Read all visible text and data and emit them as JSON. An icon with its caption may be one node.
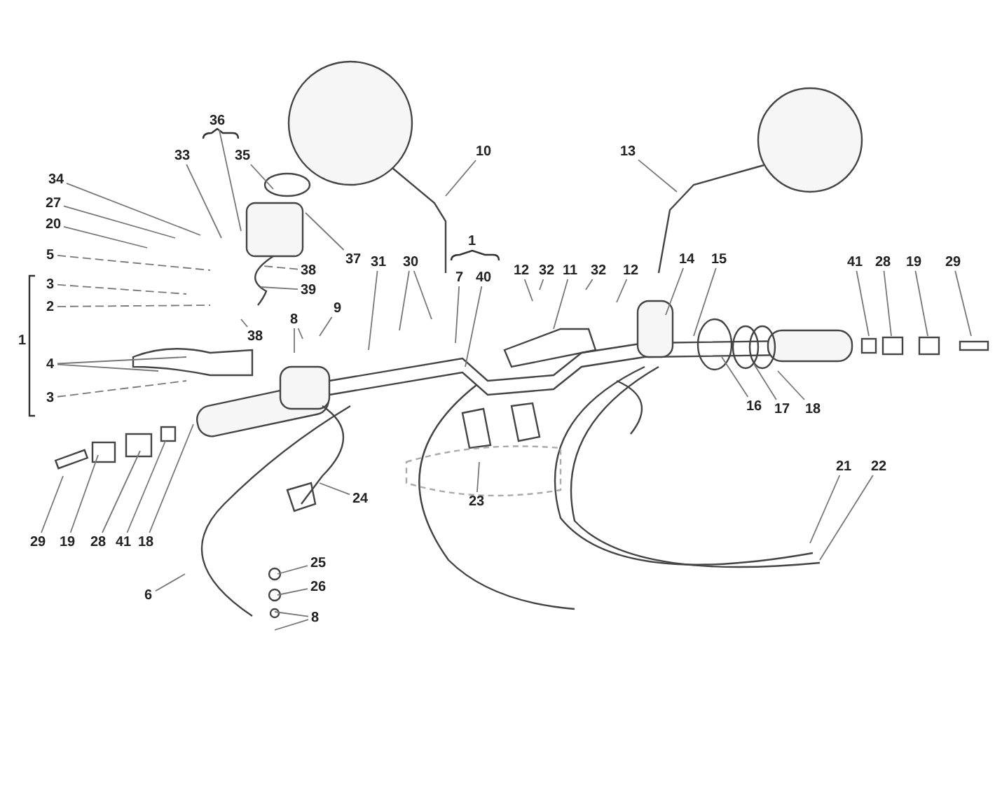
{
  "diagram": {
    "nodes": [
      {
        "text": [
          "36"
        ]
      },
      {
        "text": [
          "10"
        ]
      },
      {
        "text": [
          "13"
        ]
      },
      {
        "text": [
          "33"
        ]
      },
      {
        "text": [
          "35"
        ]
      },
      {
        "text": [
          "34"
        ]
      },
      {
        "text": [
          "27"
        ]
      },
      {
        "text": [
          "20"
        ]
      },
      {
        "text": [
          "5"
        ]
      },
      {
        "text": [
          "37"
        ]
      },
      {
        "text": [
          "31"
        ]
      },
      {
        "text": [
          "30"
        ]
      },
      {
        "text": [
          "14"
        ]
      },
      {
        "text": [
          "15"
        ]
      },
      {
        "text": [
          "41"
        ]
      },
      {
        "text": [
          "28"
        ]
      },
      {
        "text": [
          "19"
        ]
      },
      {
        "text": [
          "29"
        ]
      },
      {
        "text": [
          "38"
        ]
      },
      {
        "text": [
          "7"
        ]
      },
      {
        "text": [
          "40"
        ]
      },
      {
        "text": [
          "12"
        ]
      },
      {
        "text": [
          "32"
        ]
      },
      {
        "text": [
          "11"
        ]
      },
      {
        "text": [
          "32"
        ]
      },
      {
        "text": [
          "12"
        ]
      },
      {
        "text": [
          "3"
        ]
      },
      {
        "text": [
          "39"
        ]
      },
      {
        "text": [
          "2"
        ]
      },
      {
        "text": [
          "9"
        ]
      },
      {
        "text": [
          "8"
        ]
      },
      {
        "text": [
          "38"
        ]
      },
      {
        "text": [
          "4"
        ]
      },
      {
        "text": [
          "3"
        ]
      },
      {
        "text": [
          "16"
        ]
      },
      {
        "text": [
          "17"
        ]
      },
      {
        "text": [
          "18"
        ]
      },
      {
        "text": [
          "21"
        ]
      },
      {
        "text": [
          "22"
        ]
      },
      {
        "text": [
          "24"
        ]
      },
      {
        "text": [
          "23"
        ]
      },
      {
        "text": [
          "29"
        ]
      },
      {
        "text": [
          "19"
        ]
      },
      {
        "text": [
          "28"
        ]
      },
      {
        "text": [
          "41"
        ]
      },
      {
        "text": [
          "18"
        ]
      },
      {
        "text": [
          "25"
        ]
      },
      {
        "text": [
          "26"
        ]
      },
      {
        "text": [
          "6"
        ]
      },
      {
        "text": [
          "8"
        ]
      }
    ],
    "edges": [
      {
        "from": 0,
        "to": null,
        "arrow": "none"
      },
      {
        "from": 1,
        "to": null,
        "arrow": "none"
      },
      {
        "from": 2,
        "to": null,
        "arrow": "none"
      },
      {
        "from": 3,
        "to": null,
        "arrow": "none"
      },
      {
        "from": 4,
        "to": null,
        "arrow": "none"
      },
      {
        "from": 5,
        "to": null,
        "arrow": "none"
      },
      {
        "from": 6,
        "to": null,
        "arrow": "none"
      },
      {
        "from": 7,
        "to": null,
        "arrow": "none"
      },
      {
        "from": 8,
        "to": null,
        "arrow": "none",
        "style": "dashed"
      },
      {
        "from": 9,
        "to": null,
        "arrow": "none"
      },
      {
        "from": 10,
        "to": null,
        "arrow": "none"
      },
      {
        "from": 11,
        "to": null,
        "arrow": "none"
      },
      {
        "from": 11,
        "to": null,
        "arrow": "none"
      },
      {
        "from": 12,
        "to": null,
        "arrow": "none"
      },
      {
        "from": 13,
        "to": null,
        "arrow": "none"
      },
      {
        "from": 14,
        "to": null,
        "arrow": "none"
      },
      {
        "from": 15,
        "to": null,
        "arrow": "none"
      },
      {
        "from": 16,
        "to": null,
        "arrow": "none"
      },
      {
        "from": 17,
        "to": null,
        "arrow": "none"
      },
      {
        "from": 18,
        "to": null,
        "arrow": "none",
        "style": "dashed"
      },
      {
        "from": 19,
        "to": null,
        "arrow": "none"
      },
      {
        "from": 20,
        "to": null,
        "arrow": "none"
      },
      {
        "from": 21,
        "to": null,
        "arrow": "none"
      },
      {
        "from": 22,
        "to": null,
        "arrow": "none"
      },
      {
        "from": 23,
        "to": null,
        "arrow": "none"
      },
      {
        "from": 24,
        "to": null,
        "arrow": "none"
      },
      {
        "from": 25,
        "to": null,
        "arrow": "none"
      },
      {
        "from": 26,
        "to": null,
        "arrow": "none",
        "style": "dashed"
      },
      {
        "from": 27,
        "to": null,
        "arrow": "none"
      },
      {
        "from": 28,
        "to": null,
        "arrow": "none",
        "style": "dashed"
      },
      {
        "from": 29,
        "to": null,
        "arrow": "none"
      },
      {
        "from": 30,
        "to": null,
        "arrow": "none"
      },
      {
        "from": 30,
        "to": null,
        "arrow": "none"
      },
      {
        "from": 31,
        "to": null,
        "arrow": "none"
      },
      {
        "from": 32,
        "to": null,
        "arrow": "none"
      },
      {
        "from": 32,
        "to": null,
        "arrow": "none"
      },
      {
        "from": 33,
        "to": null,
        "arrow": "none",
        "style": "dashed"
      },
      {
        "from": 34,
        "to": null,
        "arrow": "none"
      },
      {
        "from": 35,
        "to": null,
        "arrow": "none"
      },
      {
        "from": 36,
        "to": null,
        "arrow": "none"
      },
      {
        "from": 37,
        "to": null,
        "arrow": "none"
      },
      {
        "from": 38,
        "to": null,
        "arrow": "none"
      },
      {
        "from": 39,
        "to": null,
        "arrow": "none"
      },
      {
        "from": 40,
        "to": null,
        "arrow": "none"
      },
      {
        "from": 41,
        "to": null,
        "arrow": "none"
      },
      {
        "from": 42,
        "to": null,
        "arrow": "none"
      },
      {
        "from": 43,
        "to": null,
        "arrow": "none"
      },
      {
        "from": 44,
        "to": null,
        "arrow": "none"
      },
      {
        "from": 45,
        "to": null,
        "arrow": "none"
      },
      {
        "from": 46,
        "to": null,
        "arrow": "none"
      },
      {
        "from": 47,
        "to": null,
        "arrow": "none"
      },
      {
        "from": 48,
        "to": null,
        "arrow": "none"
      },
      {
        "from": 49,
        "to": null,
        "arrow": "none"
      },
      {
        "from": 49,
        "to": null,
        "arrow": "none"
      }
    ],
    "labels": [
      "1",
      "1"
    ]
  }
}
